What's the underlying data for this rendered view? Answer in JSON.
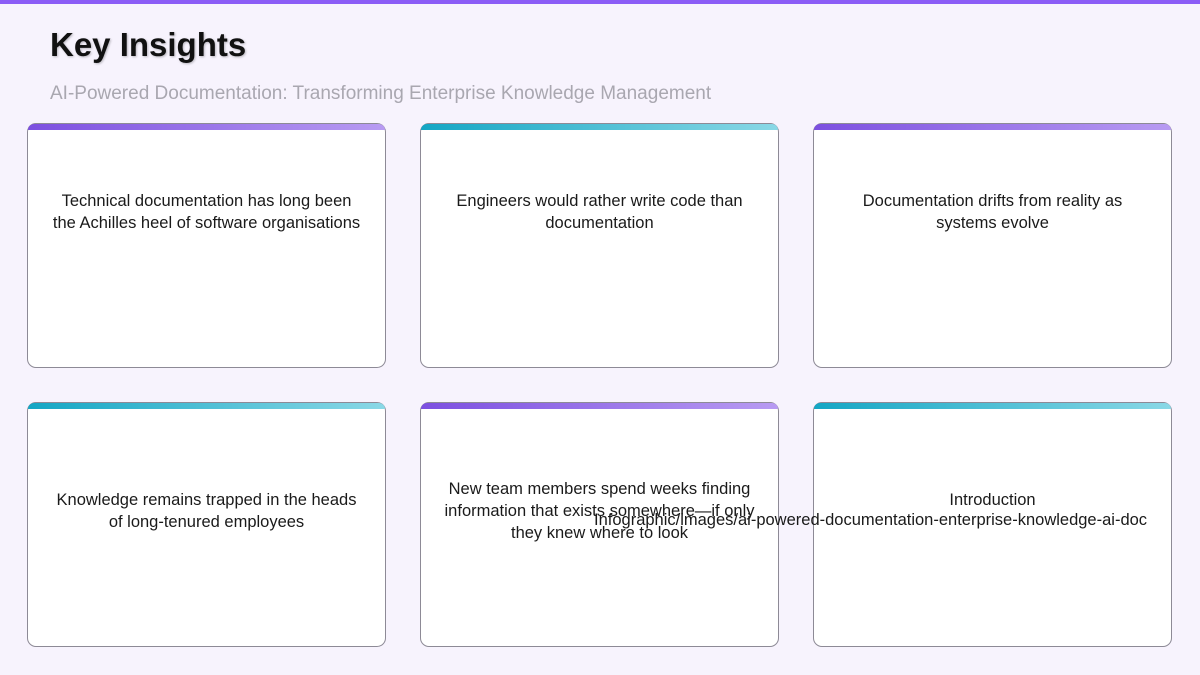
{
  "header": {
    "title": "Key Insights",
    "subtitle": "AI-Powered Documentation: Transforming Enterprise Knowledge Management"
  },
  "cards": [
    {
      "text": "Technical documentation has long been the Achilles heel of software organisations",
      "accent": "#7c4fe0"
    },
    {
      "text": "Engineers would rather write code than documentation",
      "accent": "#14a6c4"
    },
    {
      "text": "Documentation drifts from reality as systems evolve",
      "accent": "#7c4fe0"
    },
    {
      "text": "Knowledge remains trapped in the heads of long-tenured employees",
      "accent": "#14a6c4"
    },
    {
      "text": "New team members spend weeks finding information that exists somewhere—if only they knew where to look",
      "accent": "#7c4fe0"
    },
    {
      "text": "Introduction",
      "accent": "#14a6c4"
    }
  ],
  "overflow_text": "Infographic/images/ai-powered-documentation-enterprise-knowledge-ai-doc",
  "colors": {
    "background": "#f7f3fd",
    "top_bar": "#8b5cf6",
    "accent_purple": "#7c4fe0",
    "accent_teal": "#14a6c4"
  }
}
